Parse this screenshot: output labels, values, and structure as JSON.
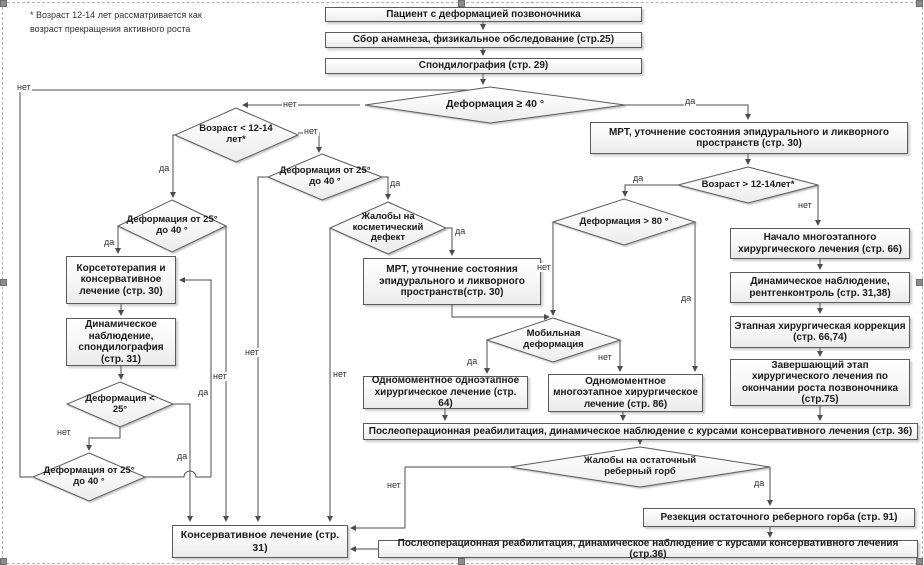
{
  "note": "* Возраст 12-14 лет рассматривается как\nвозраст прекращения активного роста",
  "labels": {
    "yes": "да",
    "no": "нет"
  },
  "nodes": {
    "patient": "Пациент с деформацией позвоночника",
    "anamnesis": "Сбор анамнеза, физикальное обследование (стр.25)",
    "spondylography": "Спондилография (стр. 29)",
    "mrt_main": "МРТ, уточнение состояния эпидурального и ликворного пространств (стр. 30)",
    "korset": "Корсетотерапия и консервативное лечение (стр. 30)",
    "dyn_spon": "Динамическое наблюдение, спондилография (стр. 31)",
    "mrt_center": "МРТ, уточнение состояния эпидурального и ликворного пространств(стр. 30)",
    "onestage": "Одномоментное одноэтапное хирургическое лечение (стр. 64)",
    "multistage": "Одномоментное многоэтапное хирургическое лечение (стр. 86)",
    "start_multi": "Начало многоэтапного хирургического лечения (стр. 66)",
    "dyn_xray": "Динамическое наблюдение, рентгенконтроль (стр. 31,38)",
    "staged": "Этапная хирургическая коррекция (стр. 66,74)",
    "final_stage": "Завершающий этап хирургического лечения по окончании роста позвоночника (стр.75)",
    "rehab1": "Послеоперационная реабилитация, динамическое наблюдение с курсами консервативного лечения (стр. 36)",
    "resection": "Резекция остаточного реберного горба (стр. 91)",
    "rehab2": "Послеоперационная реабилитация, динамическое наблюдение с курсами консервативного лечения (стр.36)",
    "conservative": "Консервативное лечение (стр. 31)"
  },
  "decisions": {
    "def40": "Деформация  ≥ 40 °",
    "age_lt": "Возраст < 12-14 лет*",
    "def2540_mid": "Деформация от 25°  до 40 °",
    "def2540_left": "Деформация от 25°  до 40 °",
    "cosmetic": "Жалобы на косметический дефект",
    "age_gt": "Возраст  > 12-14лет*",
    "def80": "Деформация > 80 °",
    "mobile": "Мобильная деформация",
    "def_lt25": "Деформация <  25°",
    "def2540_bottom": "Деформация от 25°  до 40 °",
    "hump": "Жалобы на остаточный реберный горб"
  },
  "colors": {
    "box_border": "#5b5b5b",
    "line": "#4d4d4d",
    "fill_top": "#ffffff",
    "fill_bottom": "#ececec",
    "selection_dash": "#b3b3b3"
  }
}
